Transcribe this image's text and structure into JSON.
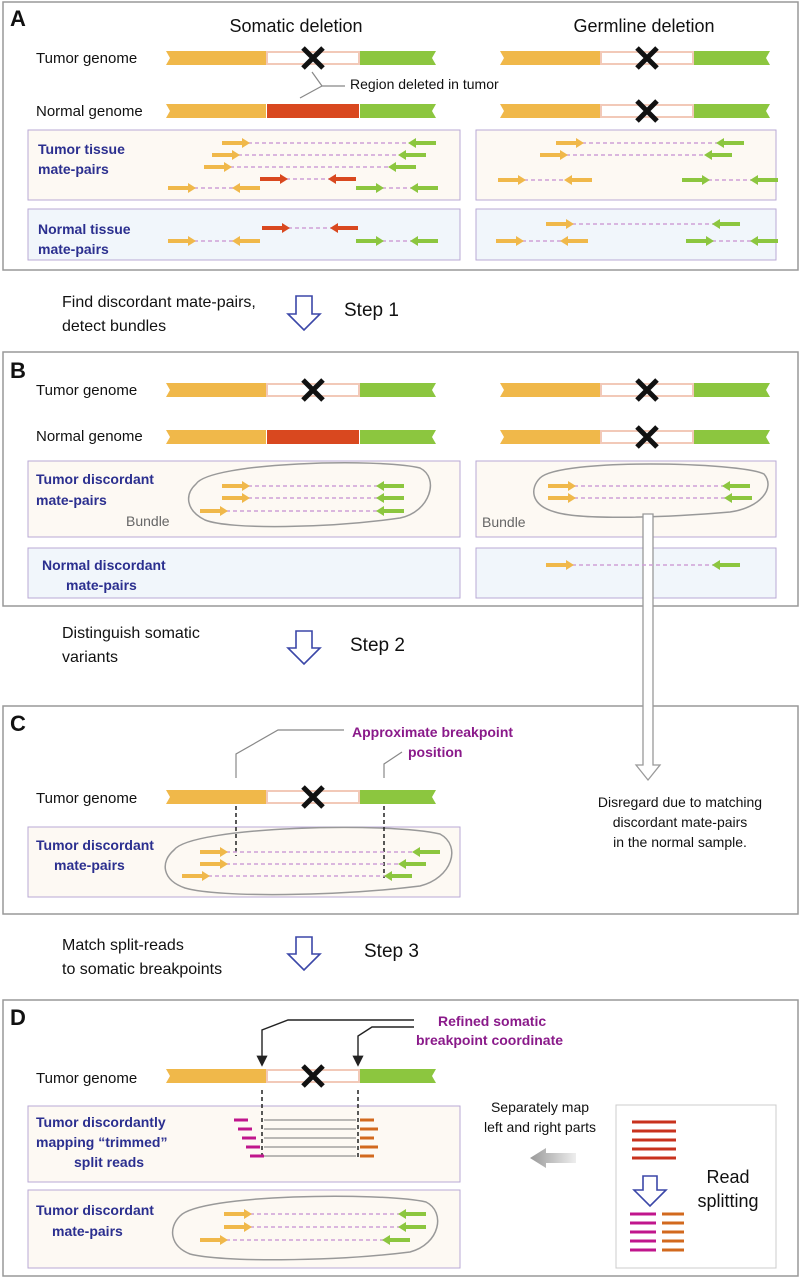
{
  "panels": [
    "A",
    "B",
    "C",
    "D"
  ],
  "headers": {
    "somatic": "Somatic deletion",
    "germline": "Germline deletion"
  },
  "labels": {
    "tumor_genome": "Tumor genome",
    "normal_genome": "Normal genome",
    "region_deleted": "Region deleted in tumor",
    "tumor_tissue_mp_1": "Tumor tissue",
    "tumor_tissue_mp_2": "mate-pairs",
    "normal_tissue_mp_1": "Normal tissue",
    "normal_tissue_mp_2": "mate-pairs",
    "tumor_disc_1": "Tumor discordant",
    "tumor_disc_2": "mate-pairs",
    "normal_disc_1": "Normal discordant",
    "normal_disc_2": "mate-pairs",
    "bundle": "Bundle",
    "approx_1": "Approximate breakpoint",
    "approx_2": "position",
    "disregard_1": "Disregard due to matching",
    "disregard_2": "discordant mate-pairs",
    "disregard_3": "in the normal sample.",
    "refined_1": "Refined somatic",
    "refined_2": "breakpoint coordinate",
    "trimmed_1": "Tumor discordantly",
    "trimmed_2": "mapping “trimmed”",
    "trimmed_3": "split reads",
    "sepmap_1": "Separately map",
    "sepmap_2": "left and right parts",
    "read_1": "Read",
    "read_2": "splitting"
  },
  "steps": [
    {
      "line1": "Find discordant mate-pairs,",
      "line2": "detect bundles",
      "step": "Step 1"
    },
    {
      "line1": "Distinguish somatic",
      "line2": "variants",
      "step": "Step 2"
    },
    {
      "line1": "Match split-reads",
      "line2": "to somatic breakpoints",
      "step": "Step 3"
    }
  ],
  "colors": {
    "left_segment": "#f0b84a",
    "right_segment": "#8cc63f",
    "deleted_region": "#d9481f",
    "mate_pair_line": "#cfa0d8",
    "title_blue": "#2b2f8f",
    "annotation_purple": "#8a1a8a",
    "split_read_magenta": "#c0168c",
    "split_read_orange": "#d2691e",
    "read_red": "#c8321e"
  }
}
